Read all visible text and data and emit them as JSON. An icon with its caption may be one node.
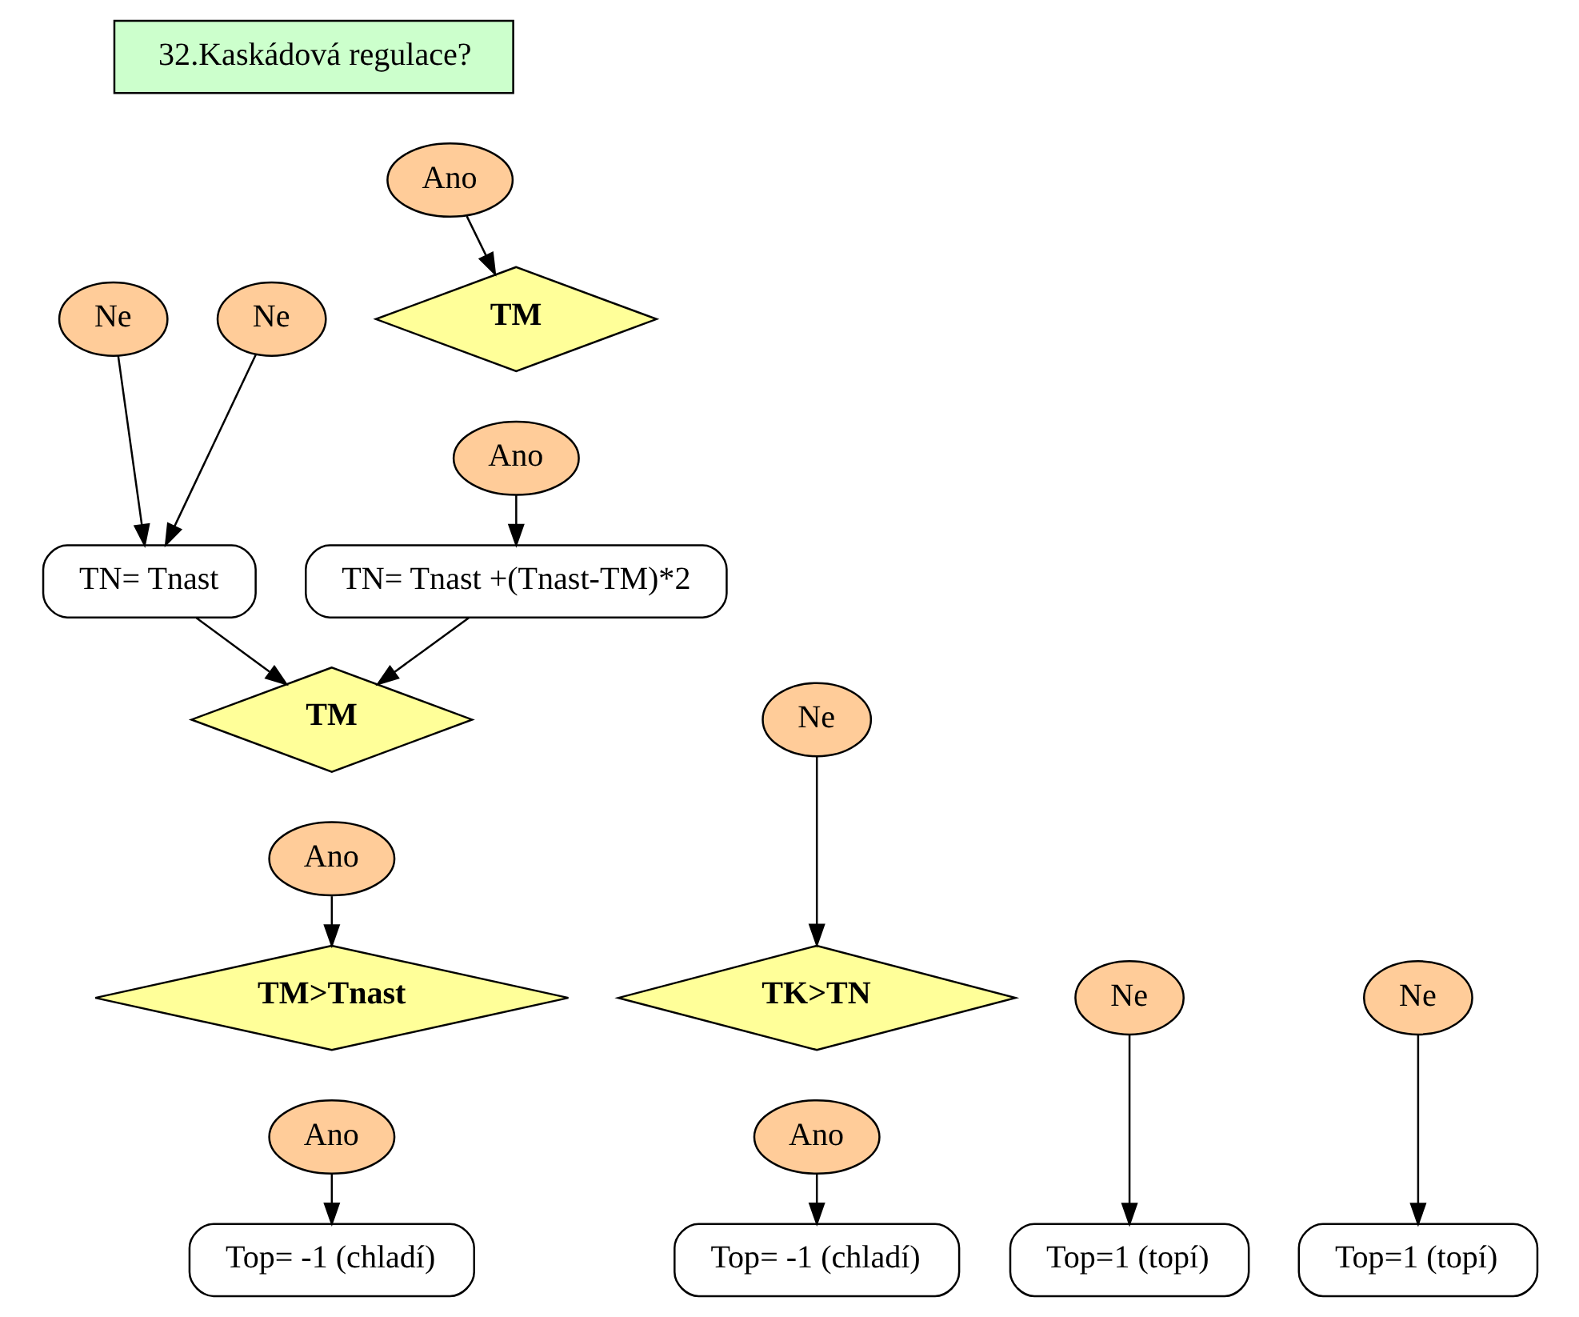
{
  "diagram": {
    "nodes": [
      {
        "text": [
          "32.Kaskádová regulace?"
        ]
      },
      {
        "text": [
          "Ne"
        ]
      },
      {
        "text": [
          "Ano"
        ]
      },
      {
        "text": [
          "TM"
        ]
      },
      {
        "text": [
          "Ne"
        ]
      },
      {
        "text": [
          "Ano"
        ]
      },
      {
        "text": [
          "TN= Tnast +(Tnast-TM)*2"
        ]
      },
      {
        "text": [
          "TN= Tnast"
        ]
      },
      {
        "text": [
          "TM"
        ]
      },
      {
        "text": [
          "Ne"
        ]
      },
      {
        "text": [
          "Ano"
        ]
      },
      {
        "text": [
          "TM>Tnast"
        ]
      },
      {
        "text": [
          "Ne"
        ]
      },
      {
        "text": [
          "Ano"
        ]
      },
      {
        "text": [
          "TK>TN"
        ]
      },
      {
        "text": [
          "Ne"
        ]
      },
      {
        "text": [
          "Ano"
        ]
      },
      {
        "text": [
          "Top= -1 (chladí)"
        ]
      },
      {
        "text": [
          "Top=1 (topí)"
        ]
      },
      {
        "text": [
          "Top= -1 (chladí)"
        ]
      },
      {
        "text": [
          "Top=1 (topí)"
        ]
      }
    ],
    "edges": [
      {
        "from": 2,
        "to": 3,
        "arrow": "to"
      },
      {
        "from": 5,
        "to": 6,
        "arrow": "to"
      },
      {
        "from": 1,
        "to": 7,
        "arrow": "to"
      },
      {
        "from": 4,
        "to": 7,
        "arrow": "to"
      },
      {
        "from": 6,
        "to": 8,
        "arrow": "to"
      },
      {
        "from": 7,
        "to": 8,
        "arrow": "to"
      },
      {
        "from": 10,
        "to": 11,
        "arrow": "to"
      },
      {
        "from": 9,
        "to": 14,
        "arrow": "to"
      },
      {
        "from": 13,
        "to": 17,
        "arrow": "to"
      },
      {
        "from": 12,
        "to": 18,
        "arrow": "to"
      },
      {
        "from": 16,
        "to": 19,
        "arrow": "to"
      },
      {
        "from": 15,
        "to": 20,
        "arrow": "to"
      }
    ]
  }
}
